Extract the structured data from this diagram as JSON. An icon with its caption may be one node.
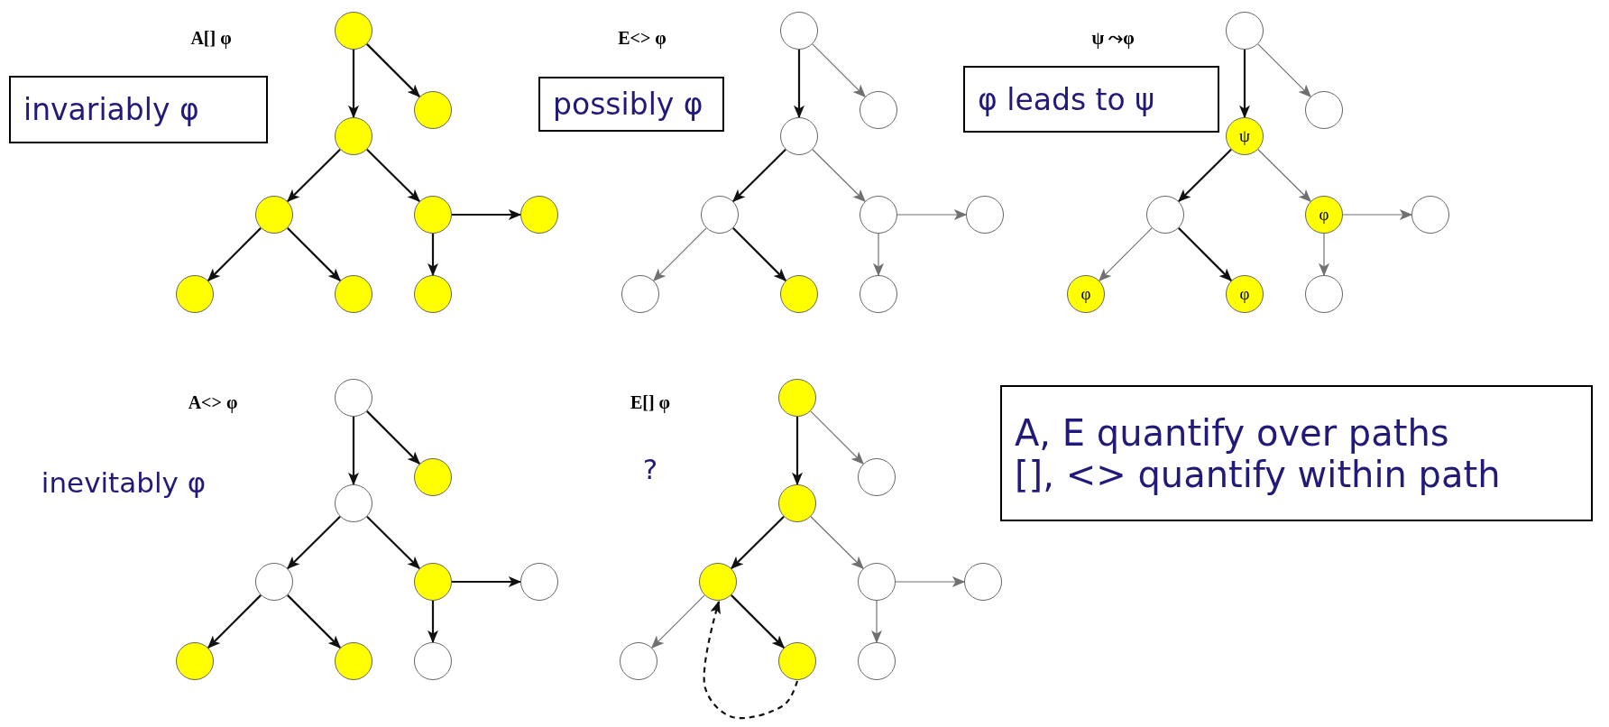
{
  "diagram": {
    "nodes": [
      {
        "text": [
          "invariably φ"
        ]
      },
      {
        "text": [],
        "shape": "circle"
      },
      {
        "text": [],
        "shape": "circle"
      },
      {
        "text": [],
        "shape": "circle"
      },
      {
        "text": [],
        "shape": "circle"
      },
      {
        "text": [],
        "shape": "circle"
      },
      {
        "text": [],
        "shape": "circle"
      },
      {
        "text": [],
        "shape": "circle"
      },
      {
        "text": [],
        "shape": "circle"
      },
      {
        "text": [],
        "shape": "circle"
      },
      {
        "text": [
          "possibly φ"
        ]
      },
      {
        "text": [],
        "shape": "circle"
      },
      {
        "text": [],
        "shape": "circle"
      },
      {
        "text": [],
        "shape": "circle"
      },
      {
        "text": [],
        "shape": "circle"
      },
      {
        "text": [],
        "shape": "circle"
      },
      {
        "text": [],
        "shape": "circle"
      },
      {
        "text": [],
        "shape": "circle"
      },
      {
        "text": [],
        "shape": "circle"
      },
      {
        "text": [],
        "shape": "circle"
      },
      {
        "text": [
          "φ leads to ψ"
        ]
      },
      {
        "text": [],
        "shape": "circle"
      },
      {
        "text": [],
        "shape": "circle"
      },
      {
        "text": [
          "ψ"
        ]
      },
      {
        "text": [],
        "shape": "circle"
      },
      {
        "text": [
          "φ"
        ]
      },
      {
        "text": [],
        "shape": "circle"
      },
      {
        "text": [
          "φ"
        ]
      },
      {
        "text": [
          "φ"
        ]
      },
      {
        "text": [],
        "shape": "circle"
      },
      {
        "text": [],
        "shape": "circle"
      },
      {
        "text": [],
        "shape": "circle"
      },
      {
        "text": [],
        "shape": "circle"
      },
      {
        "text": [],
        "shape": "circle"
      },
      {
        "text": [],
        "shape": "circle"
      },
      {
        "text": [],
        "shape": "circle"
      },
      {
        "text": [],
        "shape": "circle"
      },
      {
        "text": [],
        "shape": "circle"
      },
      {
        "text": [],
        "shape": "circle"
      },
      {
        "text": [],
        "shape": "circle"
      },
      {
        "text": [],
        "shape": "circle"
      },
      {
        "text": [],
        "shape": "circle"
      },
      {
        "text": [],
        "shape": "circle"
      },
      {
        "text": [],
        "shape": "circle"
      },
      {
        "text": [],
        "shape": "circle"
      },
      {
        "text": [],
        "shape": "circle"
      },
      {
        "text": [],
        "shape": "circle"
      },
      {
        "text": [],
        "shape": "circle"
      },
      {
        "text": [
          "A, E quantify over paths",
          "[], <> quantify within path"
        ]
      }
    ],
    "edges": [
      {
        "from": 1,
        "to": 3,
        "arrow": "to"
      },
      {
        "from": 1,
        "to": 2,
        "arrow": "to"
      },
      {
        "from": 3,
        "to": 4,
        "arrow": "to"
      },
      {
        "from": 3,
        "to": 5,
        "arrow": "to"
      },
      {
        "from": 5,
        "to": 6,
        "arrow": "to"
      },
      {
        "from": 4,
        "to": 7,
        "arrow": "to"
      },
      {
        "from": 4,
        "to": 8,
        "arrow": "to"
      },
      {
        "from": 5,
        "to": 9,
        "arrow": "to"
      },
      {
        "from": 11,
        "to": 13,
        "arrow": "to"
      },
      {
        "from": 11,
        "to": 12,
        "arrow": "to",
        "color": "#707070"
      },
      {
        "from": 13,
        "to": 14,
        "arrow": "to"
      },
      {
        "from": 13,
        "to": 15,
        "arrow": "to",
        "color": "#707070"
      },
      {
        "from": 15,
        "to": 16,
        "arrow": "to",
        "color": "#707070"
      },
      {
        "from": 14,
        "to": 17,
        "arrow": "to",
        "color": "#707070"
      },
      {
        "from": 14,
        "to": 18,
        "arrow": "to"
      },
      {
        "from": 15,
        "to": 19,
        "arrow": "to",
        "color": "#707070"
      },
      {
        "from": 21,
        "to": 23,
        "arrow": "to"
      },
      {
        "from": 21,
        "to": 22,
        "arrow": "to",
        "color": "#707070"
      },
      {
        "from": 23,
        "to": 24,
        "arrow": "to"
      },
      {
        "from": 23,
        "to": 25,
        "arrow": "to",
        "color": "#707070"
      },
      {
        "from": 25,
        "to": 26,
        "arrow": "to",
        "color": "#707070"
      },
      {
        "from": 24,
        "to": 27,
        "arrow": "to",
        "color": "#707070"
      },
      {
        "from": 24,
        "to": 28,
        "arrow": "to"
      },
      {
        "from": 25,
        "to": 29,
        "arrow": "to",
        "color": "#707070"
      },
      {
        "from": 30,
        "to": 32,
        "arrow": "to"
      },
      {
        "from": 30,
        "to": 31,
        "arrow": "to"
      },
      {
        "from": 32,
        "to": 33,
        "arrow": "to"
      },
      {
        "from": 32,
        "to": 34,
        "arrow": "to"
      },
      {
        "from": 34,
        "to": 35,
        "arrow": "to"
      },
      {
        "from": 33,
        "to": 36,
        "arrow": "to"
      },
      {
        "from": 33,
        "to": 37,
        "arrow": "to"
      },
      {
        "from": 34,
        "to": 38,
        "arrow": "to"
      },
      {
        "from": 39,
        "to": 41,
        "arrow": "to"
      },
      {
        "from": 39,
        "to": 40,
        "arrow": "to",
        "color": "#707070"
      },
      {
        "from": 41,
        "to": 42,
        "arrow": "to"
      },
      {
        "from": 41,
        "to": 43,
        "arrow": "to",
        "color": "#707070"
      },
      {
        "from": 43,
        "to": 44,
        "arrow": "to",
        "color": "#707070"
      },
      {
        "from": 42,
        "to": 45,
        "arrow": "to",
        "color": "#707070"
      },
      {
        "from": 42,
        "to": 46,
        "arrow": "to"
      },
      {
        "from": 43,
        "to": 47,
        "arrow": "to",
        "color": "#707070"
      },
      {
        "from": 46,
        "to": 42,
        "arrow": "to",
        "style": "dashed"
      }
    ],
    "labels": [
      "A[] φ",
      "E<> φ",
      "ψ ⤳φ",
      "A<> φ",
      "inevitably φ",
      "E[] φ",
      "?"
    ]
  }
}
